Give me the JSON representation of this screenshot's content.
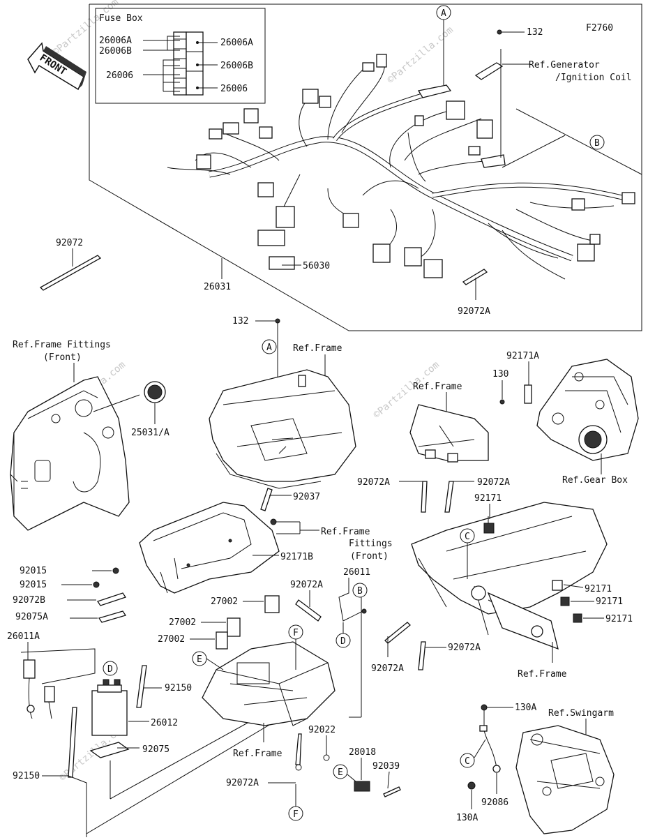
{
  "figure_code": "F2760",
  "front_label": "FRONT",
  "fuse_box": {
    "title": "Fuse Box",
    "left_labels": [
      "26006A",
      "26006B",
      "26006"
    ],
    "right_labels": [
      "26006A",
      "26006B",
      "26006"
    ]
  },
  "callouts": {
    "A": "A",
    "B": "B",
    "C": "C",
    "D": "D",
    "E": "E",
    "F": "F"
  },
  "labels": {
    "p132_top": "132",
    "ref_generator_1": "Ref.Generator",
    "ref_generator_2": "/Ignition Coil",
    "p92072": "92072",
    "p26031": "26031",
    "p56030": "56030",
    "p92072A_a": "92072A",
    "p132_mid": "132",
    "ref_frame_fittings_1": "Ref.Frame Fittings",
    "ref_frame_fittings_2": "(Front)",
    "ref_frame_a": "Ref.Frame",
    "p25031A": "25031/A",
    "ref_frame_b": "Ref.Frame",
    "p92171A": "92171A",
    "p130": "130",
    "p92072A_b": "92072A",
    "p92072A_c": "92072A",
    "ref_gear_box": "Ref.Gear Box",
    "p92037": "92037",
    "ref_frame_fit2_1": "Ref.Frame",
    "ref_frame_fit2_2": "Fittings",
    "ref_frame_fit2_3": "(Front)",
    "p92171B": "92171B",
    "p92171_a": "92171",
    "p92171_b": "92171",
    "p92171_c": "92171",
    "p92171_d": "92171",
    "p92015_a": "92015",
    "p92015_b": "92015",
    "p92072B": "92072B",
    "p92075A": "92075A",
    "p26011A": "26011A",
    "p92072A_d": "92072A",
    "p26011": "26011",
    "p27002_a": "27002",
    "p27002_b": "27002",
    "p27002_c": "27002",
    "p92150_a": "92150",
    "p26012": "26012",
    "p92075": "92075",
    "p92150_b": "92150",
    "ref_frame_c": "Ref.Frame",
    "p92072A_e": "92072A",
    "p92072A_f": "92072A",
    "ref_frame_d": "Ref.Frame",
    "p130A_a": "130A",
    "ref_swingarm": "Ref.Swingarm",
    "p92022": "92022",
    "p28018": "28018",
    "p92039": "92039",
    "p92072A_g": "92072A",
    "p92086": "92086",
    "p130A_b": "130A"
  },
  "watermark": "©Partzilla.com"
}
